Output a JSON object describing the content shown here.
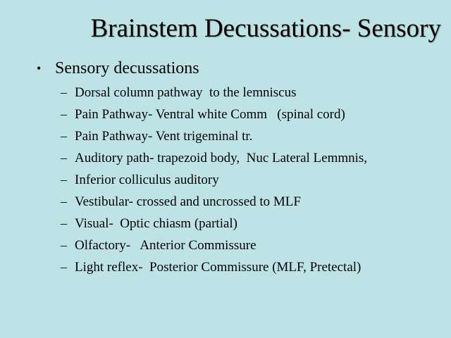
{
  "slide": {
    "title": "Brainstem Decussations- Sensory",
    "bullet_glyph": "•",
    "sub_glyph": "–",
    "main_bullet": "Sensory decussations",
    "items": [
      "Dorsal column pathway  to the lemniscus",
      "Pain Pathway- Ventral white Comm   (spinal cord)",
      "Pain Pathway- Vent trigeminal tr.",
      "Auditory path- trapezoid body,  Nuc Lateral Lemmnis,",
      "Inferior colliculus auditory",
      "Vestibular- crossed and uncrossed to MLF",
      "Visual-  Optic chiasm (partial)",
      "Olfactory-   Anterior Commissure",
      "Light reflex-  Posterior Commissure (MLF, Pretectal)"
    ]
  },
  "colors": {
    "background": "#bde3e6",
    "text": "#000000"
  }
}
